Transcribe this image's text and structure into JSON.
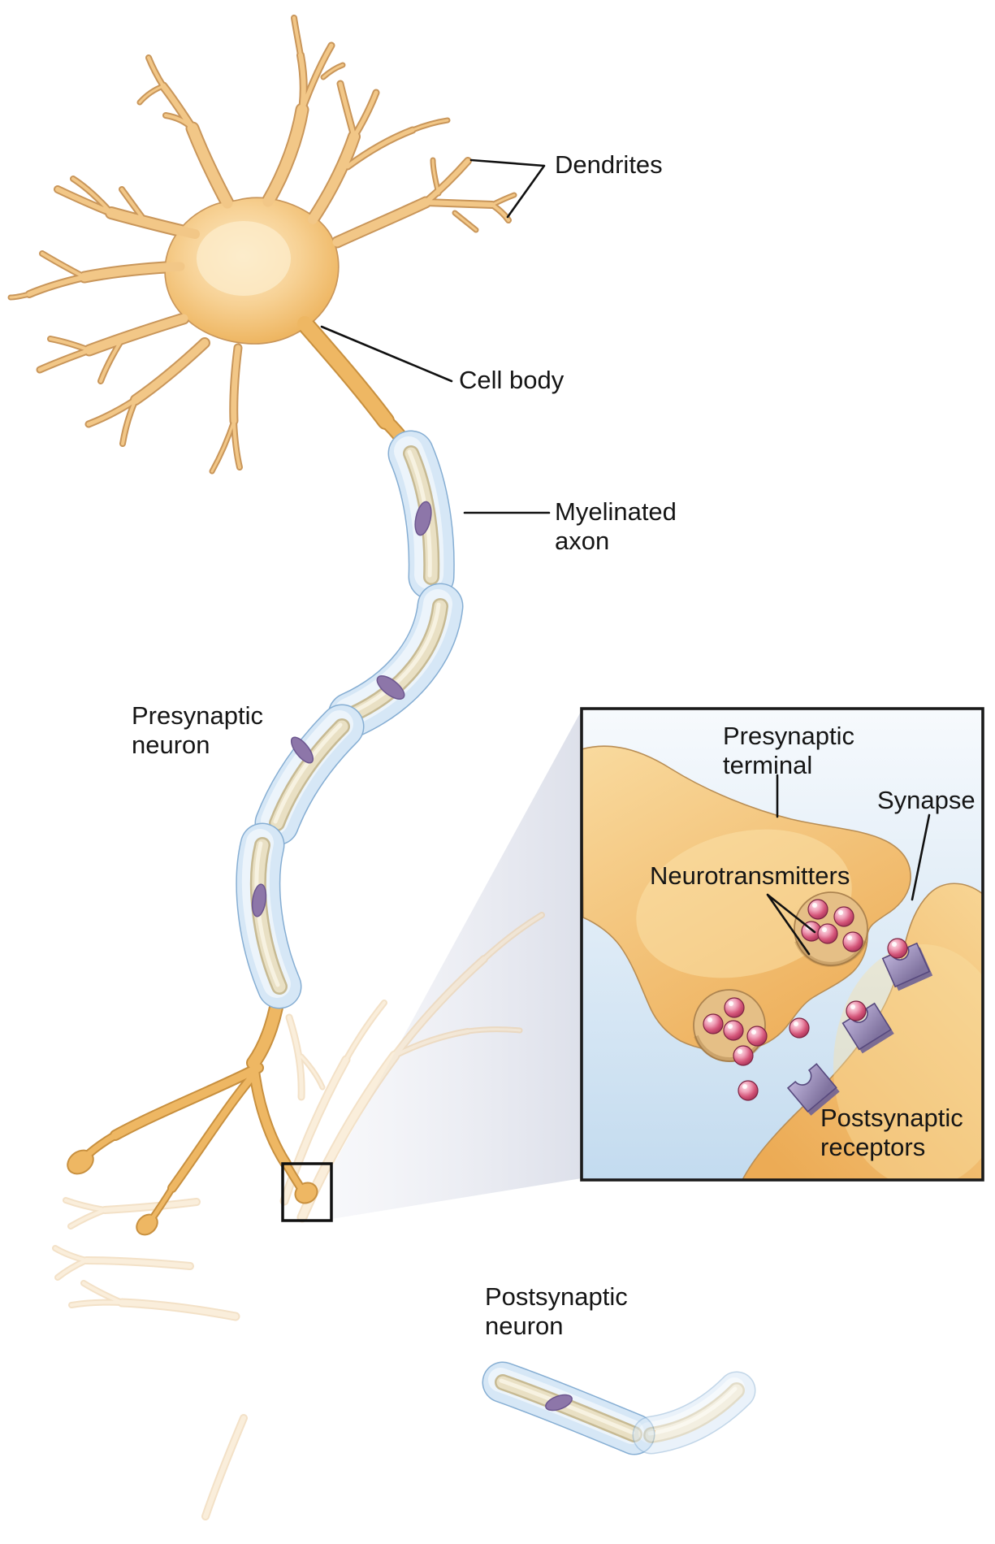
{
  "title": "Neuron and synapse diagram",
  "labels": {
    "dendrites": "Dendrites",
    "cell_body": "Cell body",
    "myelinated_axon_1": "Myelinated",
    "myelinated_axon_2": "axon",
    "presynaptic_neuron_1": "Presynaptic",
    "presynaptic_neuron_2": "neuron",
    "postsynaptic_neuron_1": "Postsynaptic",
    "postsynaptic_neuron_2": "neuron"
  },
  "inset": {
    "presynaptic_terminal_1": "Presynaptic",
    "presynaptic_terminal_2": "terminal",
    "synapse": "Synapse",
    "neurotransmitters": "Neurotransmitters",
    "postsynaptic_receptors_1": "Postsynaptic",
    "postsynaptic_receptors_2": "receptors"
  },
  "colors": {
    "neuron_fill": "#f2c787",
    "neuron_outline": "#c9965a",
    "axon_fill": "#eeb763",
    "pale_dendrite": "#f7e4c6",
    "myelin_sheath": "#d6e7f6",
    "myelin_outline": "#86aed3",
    "inner_axon_band": "#e9e0c4",
    "node_of_ranvier": "#f4aa4a",
    "schwann_nucleus": "#8d76a9",
    "inset_background_top": "#f7fafd",
    "inset_background_bottom": "#c3dbef",
    "terminal_orange": "#eeb05c",
    "vesicle_pouch": "#e5bf86",
    "neurotransmitter_pink": "#d45579",
    "receptor_purple": "#8f82b3",
    "label_text": "#151515"
  }
}
